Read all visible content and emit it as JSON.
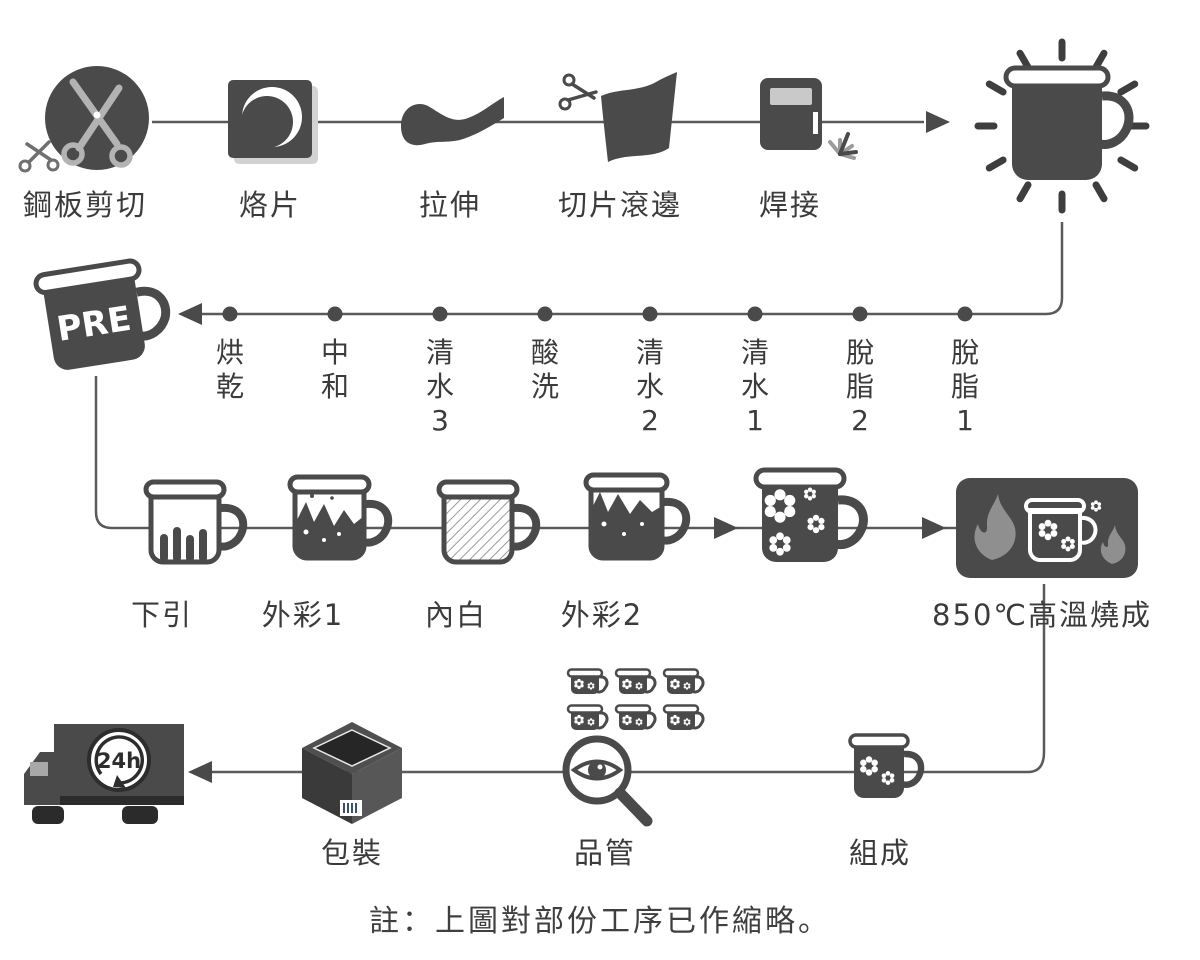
{
  "colors": {
    "ink": "#4a4a4a",
    "text": "#3b3b3b",
    "line": "#5a5a5a"
  },
  "stage1": {
    "steps": [
      {
        "label": "鋼板剪切",
        "icon": "steel-plate-cutting-icon"
      },
      {
        "label": "烙片",
        "icon": "blanking-disc-icon"
      },
      {
        "label": "拉伸",
        "icon": "stretch-drawing-icon"
      },
      {
        "label": "切片滾邊",
        "icon": "trim-roll-edge-icon"
      },
      {
        "label": "焊接",
        "icon": "welding-mask-icon"
      }
    ],
    "result_icon": "formed-mug-icon"
  },
  "stage2": {
    "pre_label": "PRE",
    "steps": [
      {
        "label": "烘乾"
      },
      {
        "label": "中和"
      },
      {
        "label": "清水3"
      },
      {
        "label": "酸洗"
      },
      {
        "label": "清水2"
      },
      {
        "label": "清水1"
      },
      {
        "label": "脫脂2"
      },
      {
        "label": "脫脂1"
      }
    ]
  },
  "stage3": {
    "steps": [
      {
        "label": "下引",
        "icon": "base-dip-mug-icon"
      },
      {
        "label": "外彩1",
        "icon": "outer-color-1-mug-icon"
      },
      {
        "label": "內白",
        "icon": "inner-white-mug-icon"
      },
      {
        "label": "外彩2",
        "icon": "outer-color-2-mug-icon"
      },
      {
        "label": "850℃高溫燒成",
        "icon": "kiln-firing-icon"
      }
    ],
    "decorated_icon": "decorated-mug-icon"
  },
  "stage4": {
    "truck_badge": "24h",
    "steps": [
      {
        "label": "包裝",
        "icon": "packaging-box-icon"
      },
      {
        "label": "品管",
        "icon": "quality-inspection-icon"
      },
      {
        "label": "組成",
        "icon": "assembled-mug-icon"
      }
    ]
  },
  "footnote": "註：上圖對部份工序已作縮略。"
}
